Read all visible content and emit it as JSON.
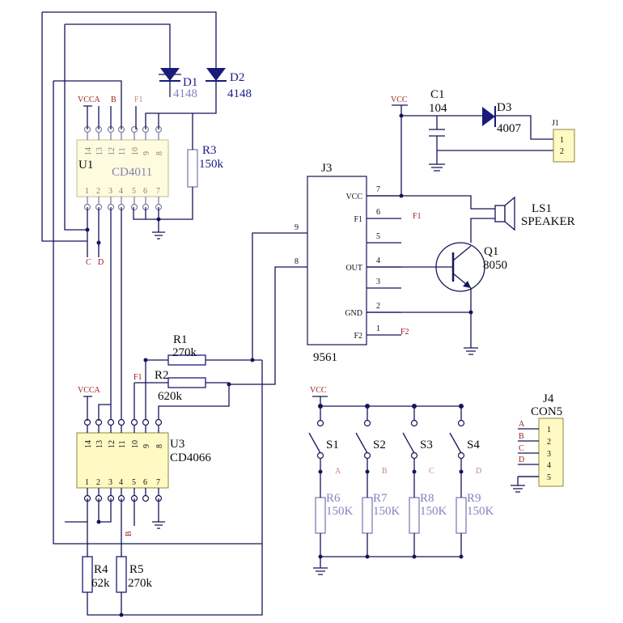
{
  "u1": {
    "ref": "U1",
    "part": "CD4011",
    "pins_top": [
      "14",
      "13",
      "12",
      "11",
      "10",
      "9",
      "8"
    ],
    "pins_bottom": [
      "1",
      "2",
      "3",
      "4",
      "5",
      "6",
      "7"
    ]
  },
  "u3": {
    "ref": "U3",
    "part": "CD4066",
    "pins_top": [
      "14",
      "13",
      "12",
      "11",
      "10",
      "9",
      "8"
    ],
    "pins_bottom": [
      "1",
      "2",
      "3",
      "4",
      "5",
      "6",
      "7"
    ]
  },
  "j3": {
    "ref": "J3",
    "part": "9561",
    "left_pins": [
      "9",
      "8"
    ],
    "right_pins": [
      {
        "num": "7",
        "name": "VCC"
      },
      {
        "num": "6",
        "name": "F1"
      },
      {
        "num": "5",
        "name": ""
      },
      {
        "num": "4",
        "name": "OUT"
      },
      {
        "num": "3",
        "name": ""
      },
      {
        "num": "2",
        "name": "GND"
      },
      {
        "num": "1",
        "name": "F2"
      }
    ]
  },
  "d1": {
    "ref": "D1",
    "value": "4148"
  },
  "d2": {
    "ref": "D2",
    "value": "4148"
  },
  "d3": {
    "ref": "D3",
    "value": "4007"
  },
  "r1": {
    "ref": "R1",
    "value": "270k"
  },
  "r2": {
    "ref": "R2",
    "value": "620k"
  },
  "r3": {
    "ref": "R3",
    "value": "150k"
  },
  "r4": {
    "ref": "R4",
    "value": "62k"
  },
  "r5": {
    "ref": "R5",
    "value": "270k"
  },
  "r6": {
    "ref": "R6",
    "value": "150K"
  },
  "r7": {
    "ref": "R7",
    "value": "150K"
  },
  "r8": {
    "ref": "R8",
    "value": "150K"
  },
  "r9": {
    "ref": "R9",
    "value": "150K"
  },
  "c1": {
    "ref": "C1",
    "value": "104"
  },
  "q1": {
    "ref": "Q1",
    "value": "8050"
  },
  "ls1": {
    "ref": "LS1",
    "value": "SPEAKER"
  },
  "j1": {
    "ref": "J1",
    "pins": [
      "1",
      "2"
    ]
  },
  "j4": {
    "ref": "J4",
    "part": "CON5",
    "pins": [
      "1",
      "2",
      "3",
      "4",
      "5"
    ],
    "nets": [
      "A",
      "B",
      "C",
      "D"
    ]
  },
  "switches": [
    "S1",
    "S2",
    "S3",
    "S4"
  ],
  "switch_nets": [
    "A",
    "B",
    "C",
    "D"
  ],
  "nets": {
    "vcca": "VCCA",
    "vcc": "VCC",
    "a": "A",
    "b": "B",
    "c": "C",
    "d": "D",
    "f1": "F1",
    "f2": "F2"
  }
}
